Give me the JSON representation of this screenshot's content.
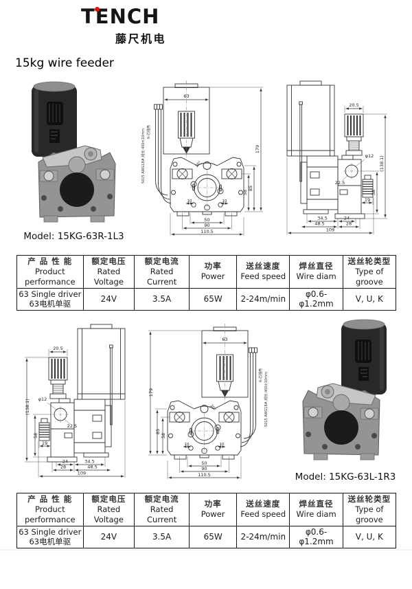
{
  "page": {
    "title": "15kg wire feeder",
    "background": "#ffffff"
  },
  "brand": {
    "logo_text": "TENCH",
    "logo_sub": "藤尺机电",
    "dot_color": "#e8120c",
    "text_color": "#151515"
  },
  "sections": [
    {
      "model": "Model: 15KG-63R-1L3"
    },
    {
      "model": "Model: 15KG-63L-1R3"
    }
  ],
  "drawings": {
    "front": {
      "d63": "63",
      "d179": "179",
      "d85": "85",
      "d58": "58",
      "d50": "50",
      "d90": "90",
      "d110_5": "110.5",
      "d10": "10",
      "angle": "30°",
      "cable_line1": "5015 AWG18#,线长:400±10mm",
      "cable_line2": "6-芯插壳"
    },
    "side": {
      "d20_5": "20.5",
      "dia": "φ12",
      "d22_5": "22.5",
      "total": "(138.1)",
      "d58": "58",
      "d19": "19",
      "d34_5": "34.5",
      "d24": "24",
      "d48_5": "48.5",
      "d28": "28",
      "d109": "109"
    }
  },
  "spec": {
    "headers": [
      {
        "zh": "产 品 性 能",
        "en": "Product performance"
      },
      {
        "zh": "额定电压",
        "en": "Rated Voltage"
      },
      {
        "zh": "额定电流",
        "en": "Rated Current"
      },
      {
        "zh": "功率",
        "en": "Power"
      },
      {
        "zh": "送丝速度",
        "en": "Feed speed"
      },
      {
        "zh": "焊丝直径",
        "en": "Wire diam"
      },
      {
        "zh": "送丝轮类型",
        "en": "Type of groove"
      }
    ],
    "row": {
      "performance_en": "63 Single driver",
      "performance_zh": "63电机单驱",
      "rated_voltage": "24V",
      "rated_current": "3.5A",
      "power": "65W",
      "feed_speed": "2-24m/min",
      "wire_diam": "φ0.6-φ1.2mm",
      "groove_type": "V, U, K"
    }
  }
}
